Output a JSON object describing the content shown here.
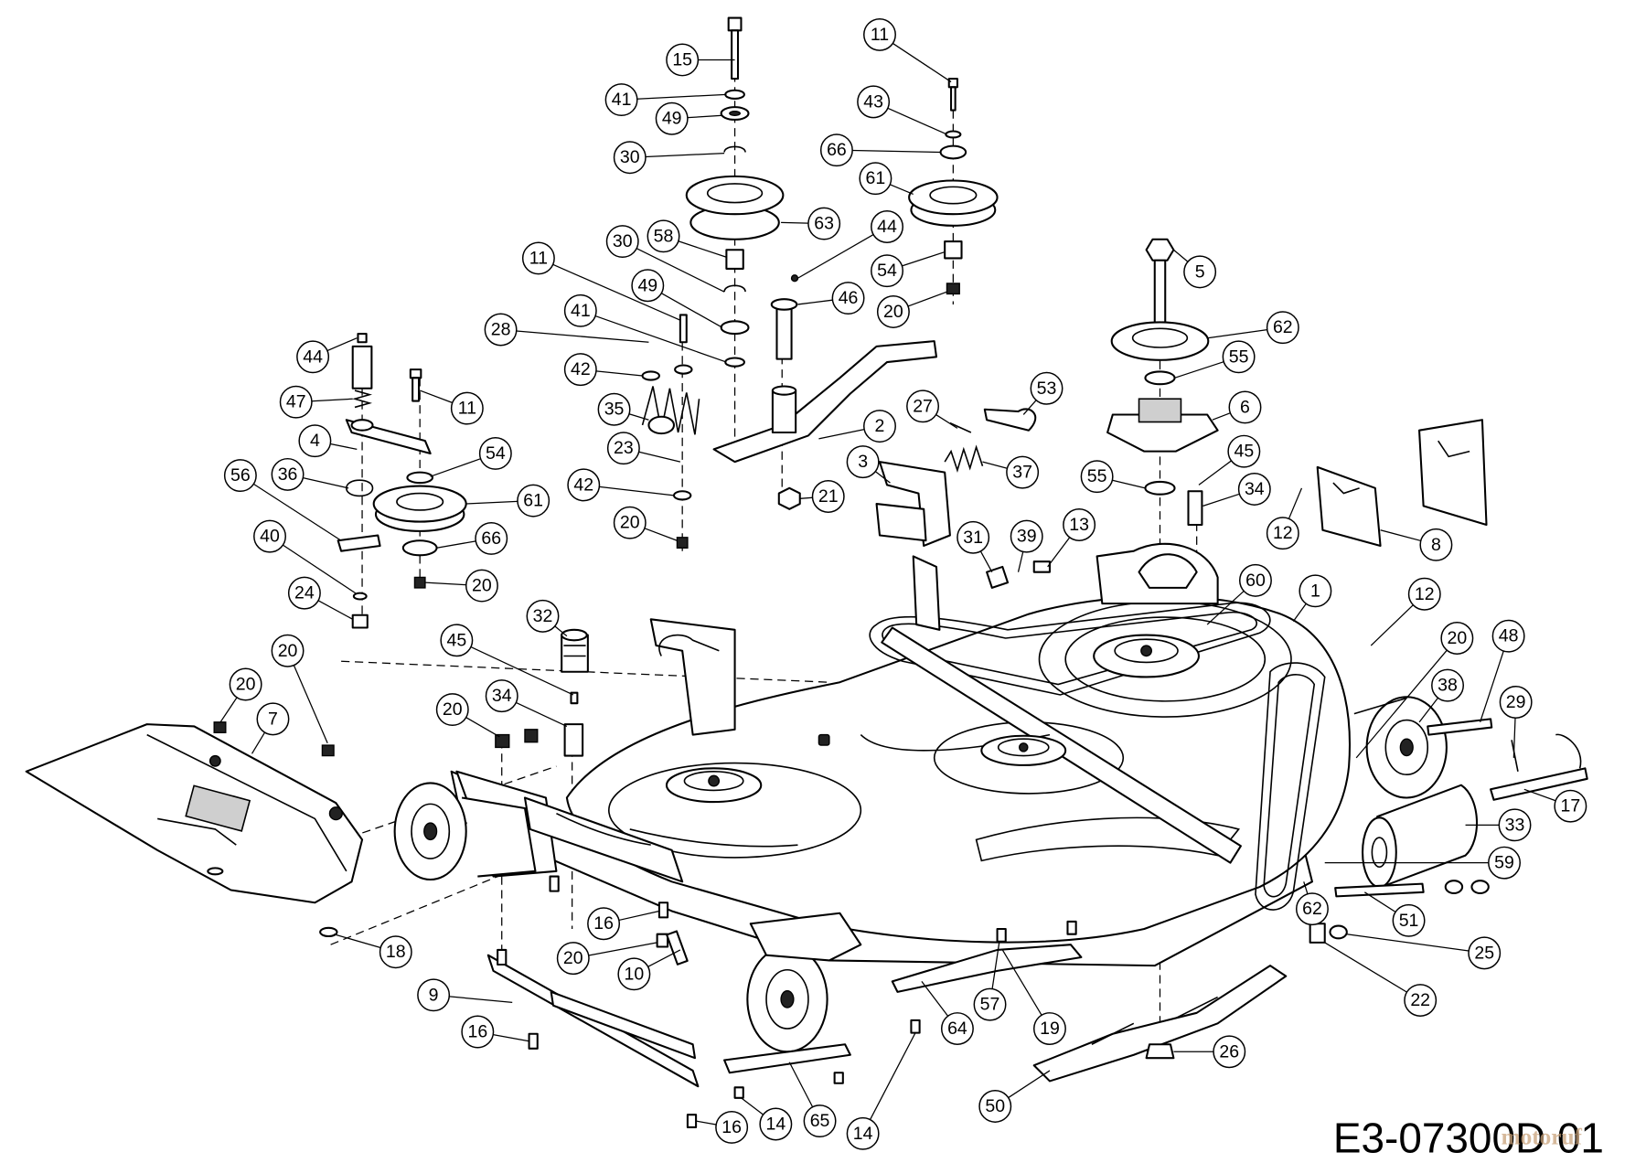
{
  "diagram": {
    "drawing_number": "E3-07300D 01",
    "watermark": "motoruf"
  },
  "callouts": [
    "15",
    "41",
    "49",
    "30",
    "63",
    "58",
    "30",
    "44",
    "61",
    "66",
    "43",
    "11",
    "54",
    "20",
    "46",
    "11",
    "49",
    "41",
    "28",
    "42",
    "35",
    "23",
    "42",
    "20",
    "2",
    "21",
    "3",
    "27",
    "53",
    "37",
    "5",
    "62",
    "55",
    "6",
    "45",
    "55",
    "34",
    "12",
    "8",
    "31",
    "39",
    "13",
    "60",
    "1",
    "12",
    "20",
    "48",
    "38",
    "29",
    "17",
    "33",
    "59",
    "51",
    "62",
    "25",
    "22",
    "26",
    "50",
    "19",
    "57",
    "64",
    "14",
    "65",
    "14",
    "16",
    "16",
    "9",
    "10",
    "20",
    "16",
    "18",
    "20",
    "34",
    "45",
    "32",
    "20",
    "7",
    "20",
    "44",
    "47",
    "11",
    "4",
    "54",
    "56",
    "36",
    "61",
    "40",
    "66",
    "20",
    "24"
  ]
}
